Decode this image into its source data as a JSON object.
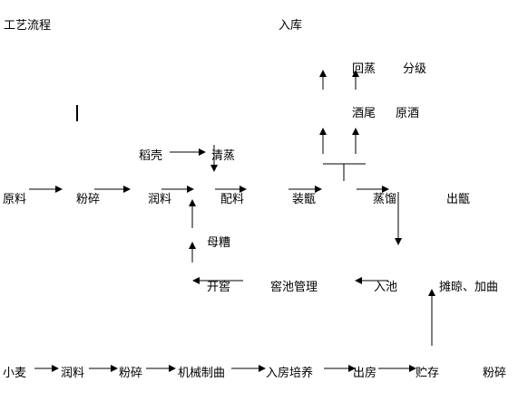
{
  "header": {
    "title": "工艺流程",
    "storage": "入库"
  },
  "nodes": {
    "huizheng": "回蒸",
    "fenji": "分级",
    "jiuwei": "酒尾",
    "yuanjiu": "原酒",
    "daoke": "稻壳",
    "qingzheng": "清蒸",
    "yuanliao": "原料",
    "fensui_top": "粉碎",
    "runliao_top": "润料",
    "peiliao": "配料",
    "zhuangzeng": "装甑",
    "zhengliu": "蒸馏",
    "chuzeng": "出甑",
    "muzao": "母糟",
    "kaijiao": "开窖",
    "jiaochi_guanli": "窖池管理",
    "ruchi": "入池",
    "tanliang_jiaqu": "摊晾、加曲",
    "xiaomai": "小麦",
    "runliao_bottom": "润料",
    "fensui_bottom": "粉碎",
    "jixie_zhiqu": "机械制曲",
    "rufang_peiyang": "入房培养",
    "chufang": "出房",
    "zhucun": "贮存",
    "fensui_end": "粉碎"
  },
  "style": {
    "line_color": "#000000",
    "text_color": "#000000",
    "background": "#ffffff"
  }
}
